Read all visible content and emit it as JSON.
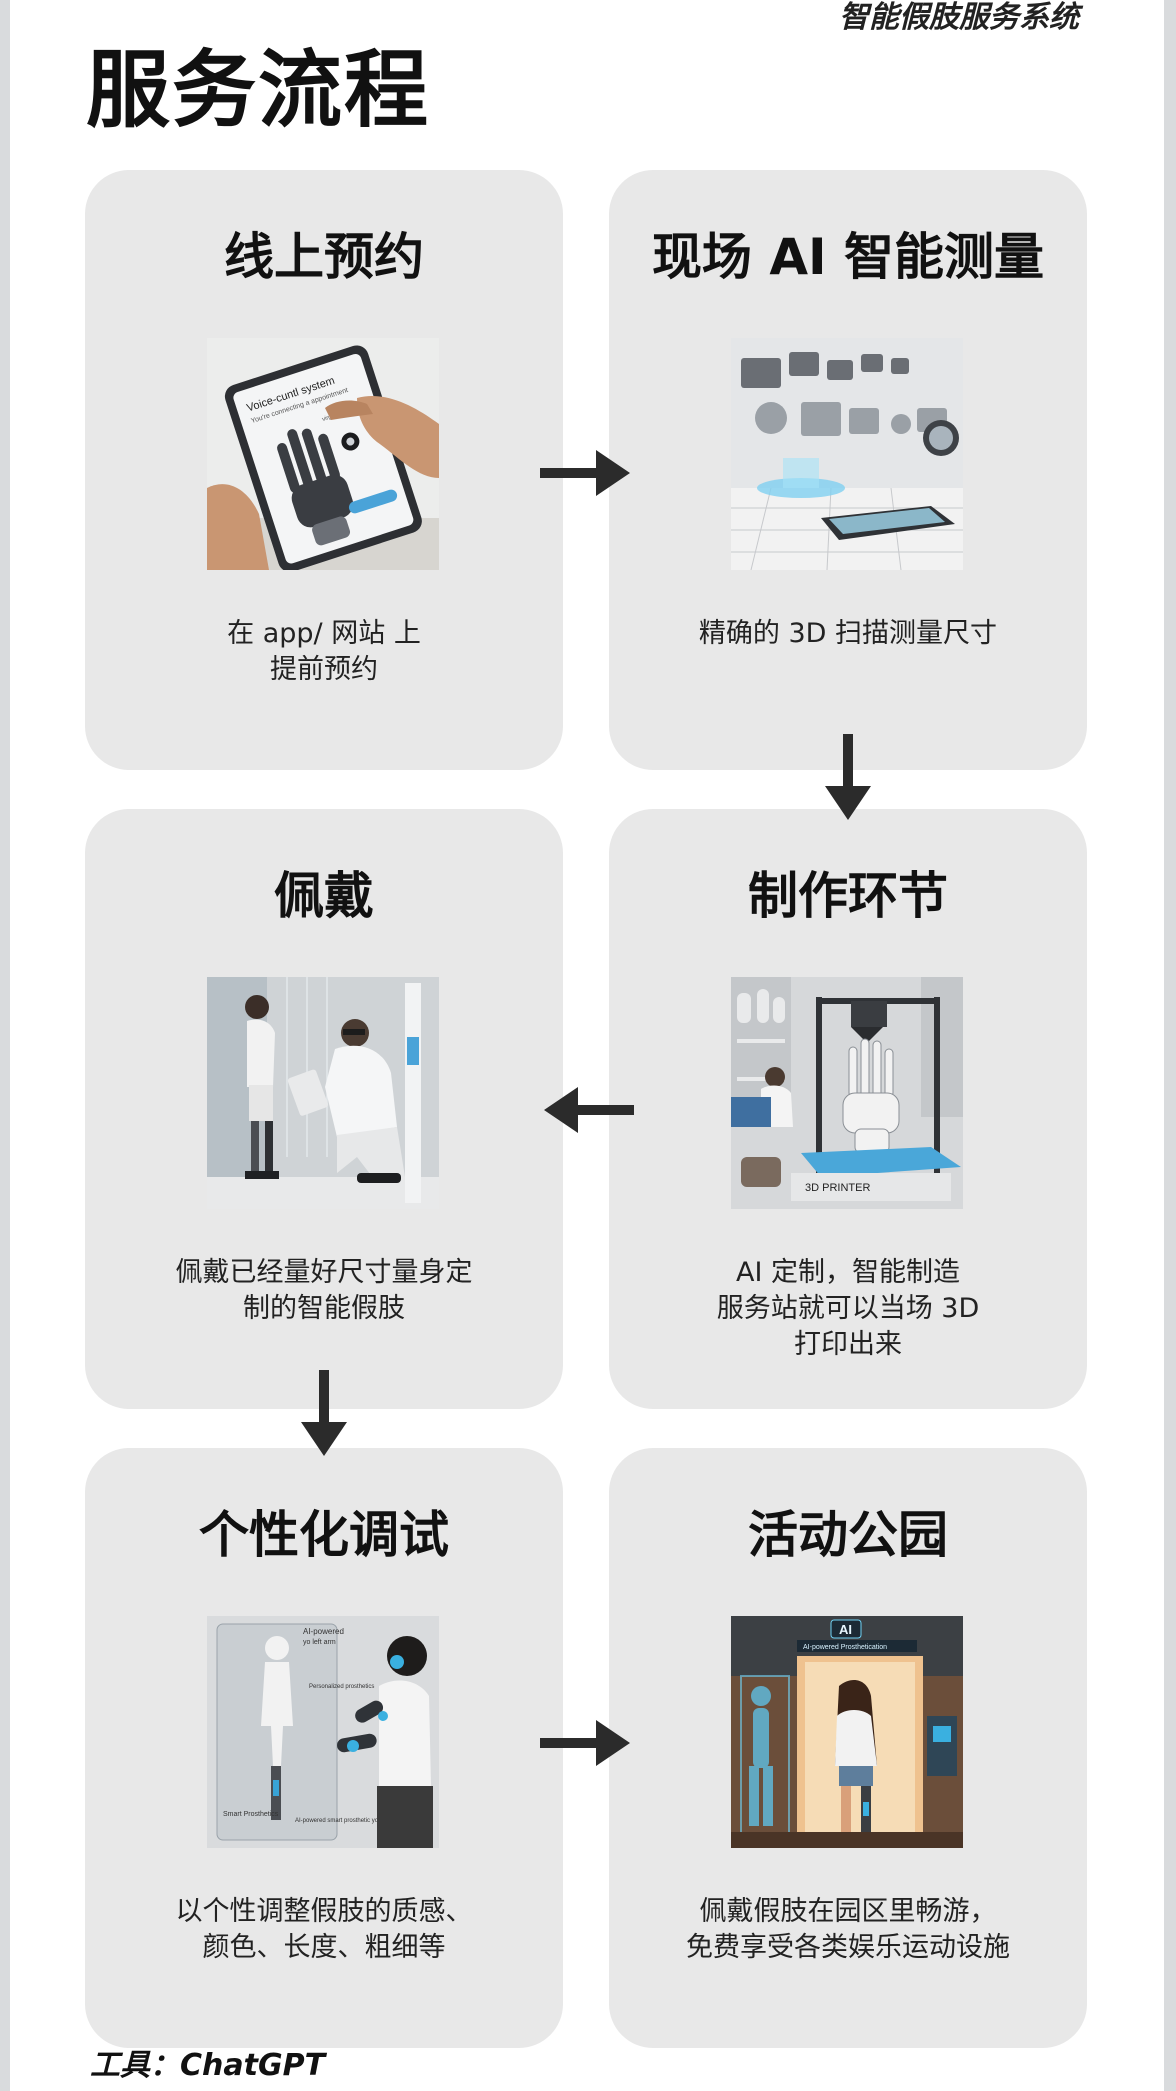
{
  "header": {
    "brand": "智能假肢服务系统",
    "title": "服务流程"
  },
  "steps": [
    {
      "title": "线上预约",
      "desc": [
        "在 app/ 网站 上",
        "提前预约"
      ],
      "image_texts": [
        "Voice-cuntl system",
        "You're connecting a appointment",
        "virgy: convidal"
      ]
    },
    {
      "title": "现场 AI 智能测量",
      "desc": [
        "精确的 3D 扫描测量尺寸"
      ],
      "image_texts": []
    },
    {
      "title": "佩戴",
      "desc": [
        "佩戴已经量好尺寸量身定",
        "制的智能假肢"
      ],
      "image_texts": []
    },
    {
      "title": "制作环节",
      "desc": [
        "AI 定制，智能制造",
        "服务站就可以当场 3D",
        "打印出来"
      ],
      "image_texts": [
        "3D PRINTER"
      ]
    },
    {
      "title": "个性化调试",
      "desc": [
        "以个性调整假肢的质感、",
        "颜色、长度、粗细等"
      ],
      "image_texts": [
        "AI-powered",
        "yo left arm",
        "Personalized prosthetics",
        "Smart Prosthetics",
        "AI-powered smart prosthetic your right leg"
      ]
    },
    {
      "title": "活动公园",
      "desc": [
        "佩戴假肢在园区里畅游，",
        "免费享受各类娱乐运动设施"
      ],
      "image_texts": [
        "AI",
        "AI-powered Prosthetication"
      ]
    }
  ],
  "footer": {
    "tool": "工具：ChatGPT"
  },
  "colors": {
    "page_bg": "#ffffff",
    "card_bg": "#e8e8e8",
    "arrow": "#2b2b2b",
    "text": "#111111"
  }
}
